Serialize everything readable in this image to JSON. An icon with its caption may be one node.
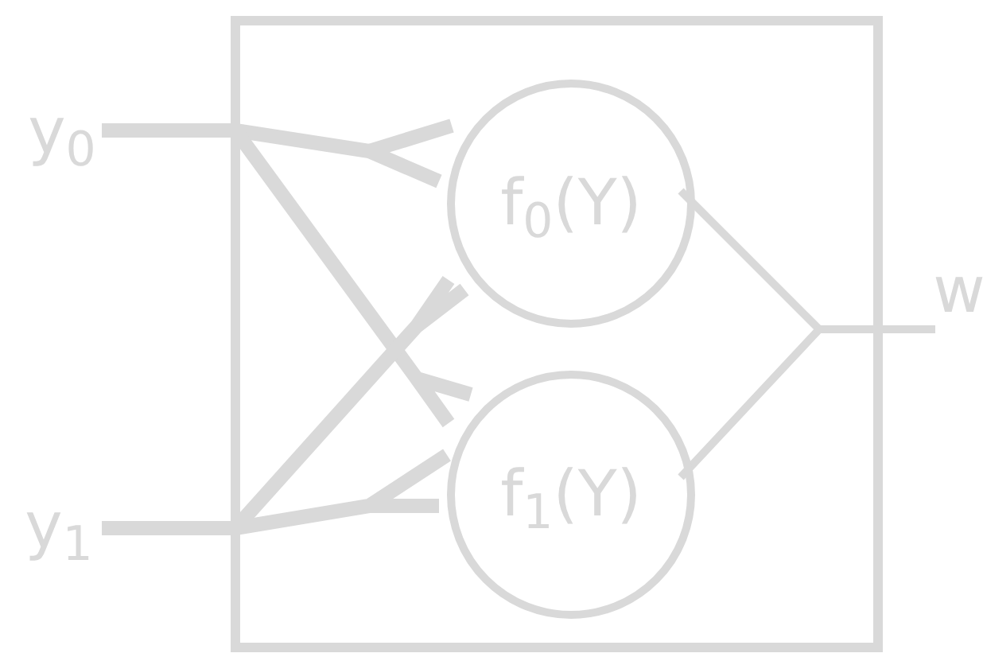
{
  "diagram": {
    "nodes": [
      {
        "text": [],
        "shape": "box"
      },
      {
        "text": [
          "y$_{0}$"
        ]
      },
      {
        "text": [
          "y$_{1}$"
        ]
      },
      {
        "text": [
          "f$_{0}$(Y)"
        ],
        "in": 0
      },
      {
        "text": [
          "f$_{1}$(Y)"
        ],
        "in": 0
      },
      {
        "text": [
          "w"
        ]
      }
    ],
    "edges": [
      {
        "from": 1,
        "to": 3,
        "arrow": "none"
      },
      {
        "from": 1,
        "to": 4,
        "arrow": "none"
      },
      {
        "from": 2,
        "to": 3,
        "arrow": "none"
      },
      {
        "from": 2,
        "to": 4,
        "arrow": "none"
      },
      {
        "from": 3,
        "to": 5,
        "arrow": "none"
      },
      {
        "from": 4,
        "to": 5,
        "arrow": "none"
      }
    ]
  }
}
